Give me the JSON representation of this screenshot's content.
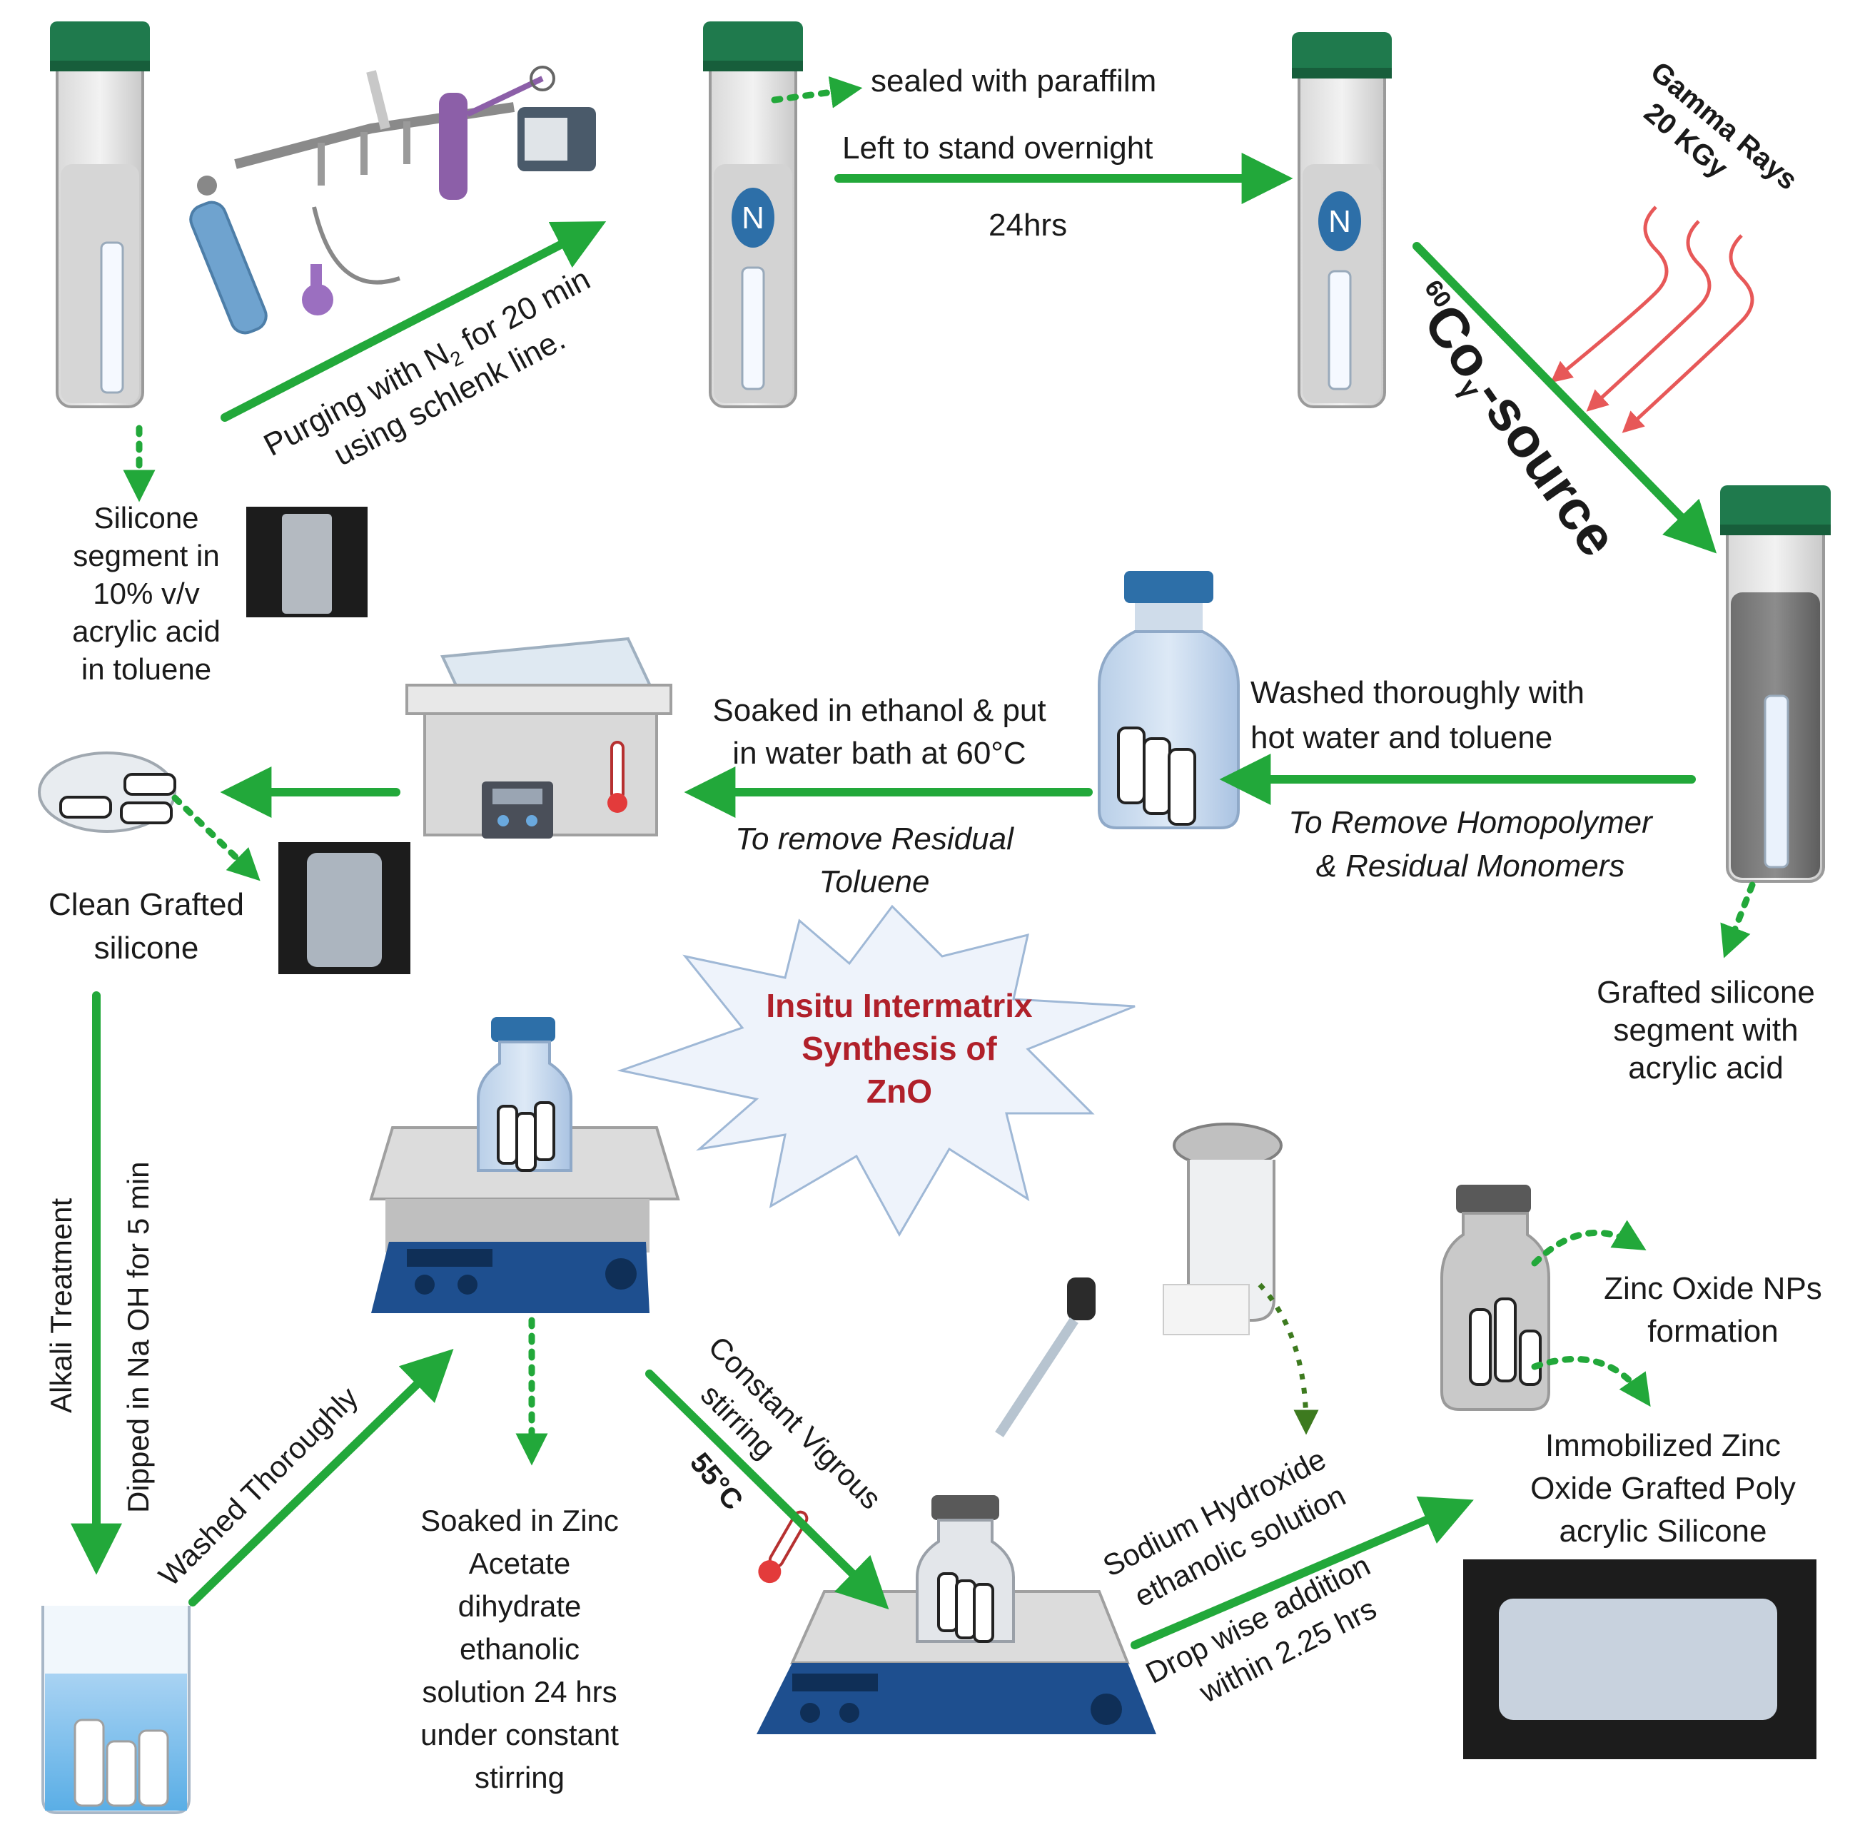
{
  "colors": {
    "arrow_green": "#22a83a",
    "cap_green": "#1f7a4d",
    "cap_blue": "#2d6fa8",
    "cap_grey": "#595959",
    "gamma_red": "#e33b3b",
    "title_red": "#b0202a",
    "stirrer_blue": "#1e4f8f",
    "burst_fill": "#eef3fb",
    "burst_stroke": "#9fb8d6",
    "photo_bg": "#1c1c1c"
  },
  "steps": {
    "silicone_segment": [
      "Silicone",
      "segment in",
      "10% v/v",
      "acrylic acid",
      "in toluene"
    ],
    "purging": {
      "line1_pre": "Purging with N",
      "line1_sub": "2",
      "line1_post": " for 20 min",
      "line2": "using schlenk line."
    },
    "sealed": "sealed with paraffilm",
    "left_to_stand": "Left to stand overnight",
    "duration": "24hrs",
    "gamma": [
      "Gamma Rays",
      "20 KGy"
    ],
    "source": {
      "sup": "60",
      "main": "Co",
      "sub": "γ",
      "tail": "-source"
    },
    "grafted_segment": [
      "Grafted silicone",
      "segment with",
      "acrylic acid"
    ],
    "washed_hot": [
      "Washed thoroughly with",
      "hot water and toluene"
    ],
    "remove_homopolymer": [
      "To Remove Homopolymer",
      "& Residual Monomers"
    ],
    "soaked_ethanol": [
      "Soaked in ethanol & put",
      "in water bath at 60°C"
    ],
    "remove_toluene": [
      "To remove Residual",
      "Toluene"
    ],
    "clean_grafted": [
      "Clean Grafted",
      "silicone"
    ],
    "alkali": "Alkali Treatment",
    "dipped": "Dipped in Na OH for 5 min",
    "washed_thoroughly": "Washed Thoroughly",
    "insitu": [
      "Insitu Intermatrix",
      "Synthesis of",
      "ZnO"
    ],
    "soaked_zinc": [
      "Soaked in Zinc",
      "Acetate",
      "dihydrate",
      "ethanolic",
      "solution 24 hrs",
      "under constant",
      "stirring"
    ],
    "stirring": [
      "Constant Vigrous",
      "stirring"
    ],
    "temp_55": "55°C",
    "naoh_solution": [
      "Sodium Hydroxide",
      "ethanolic solution"
    ],
    "dropwise": [
      "Drop wise addition",
      "within 2.25 hrs"
    ],
    "zno_np": [
      "Zinc Oxide NPs",
      "formation"
    ],
    "immobilized": [
      "Immobilized Zinc",
      "Oxide Grafted Poly",
      "acrylic Silicone"
    ]
  },
  "icons": {
    "vial_n_label": "N"
  }
}
